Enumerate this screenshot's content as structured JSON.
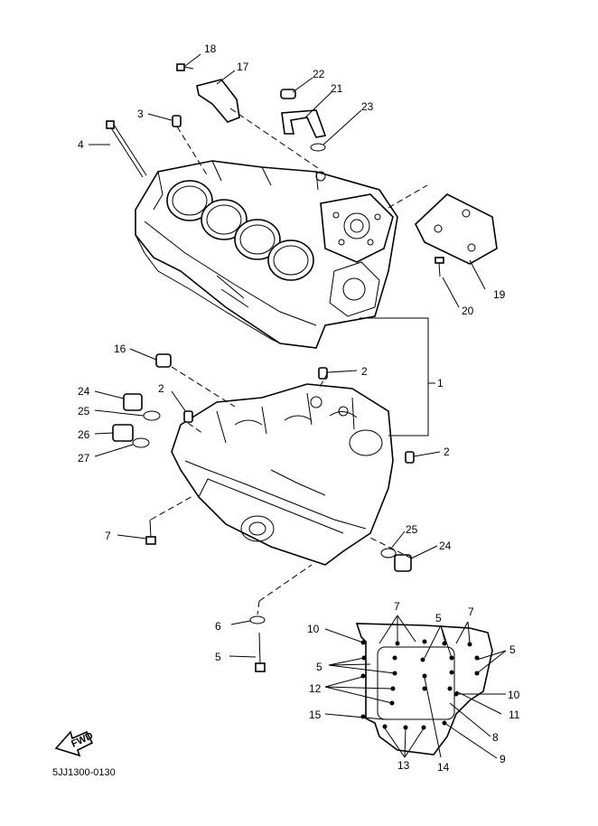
{
  "diagram_code": "5JJ1300-0130",
  "front_marker": "FWD",
  "labels": {
    "l18": "18",
    "l17": "17",
    "l22": "22",
    "l21": "21",
    "l3": "3",
    "l23": "23",
    "l4": "4",
    "l19": "19",
    "l20": "20",
    "l1": "1",
    "l16": "16",
    "l2a": "2",
    "l2b": "2",
    "l2c": "2",
    "l24a": "24",
    "l25a": "25",
    "l26": "26",
    "l27": "27",
    "l7a": "7",
    "l25b": "25",
    "l24b": "24",
    "l6": "6",
    "l5a": "5",
    "i7a": "7",
    "i5a": "5",
    "i7b": "7",
    "i10a": "10",
    "i5b": "5",
    "i5c": "5",
    "i12": "12",
    "i10b": "10",
    "i11": "11",
    "i15": "15",
    "i8": "8",
    "i9": "9",
    "i13": "13",
    "i14": "14"
  }
}
